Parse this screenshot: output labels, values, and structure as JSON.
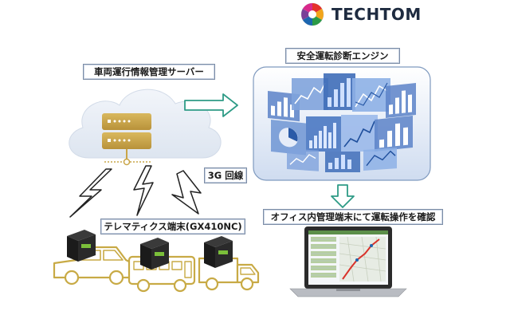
{
  "brand": {
    "name": "TECHTOM"
  },
  "labels": {
    "server": "車両運行情報管理サーバー",
    "engine": "安全運転診断エンジン",
    "network": "3G 回線",
    "terminal": "テレマティクス端末(GX410NC)",
    "office": "オフィス内管理端末にて運転操作を確認"
  },
  "icons": [
    "cloud-icon",
    "server-icon",
    "lightning-icon",
    "arrow-right-icon",
    "arrow-down-icon",
    "analytics-charts-icon",
    "laptop-icon",
    "car-icon",
    "bus-icon",
    "truck-icon",
    "telematics-device-icon"
  ],
  "colors": {
    "cloud": "#e8eef7",
    "server": "#c9a548",
    "vehicle_outline": "#c8aa45",
    "arrow": "#2e9b86",
    "engine_box": "#7f9abf"
  }
}
